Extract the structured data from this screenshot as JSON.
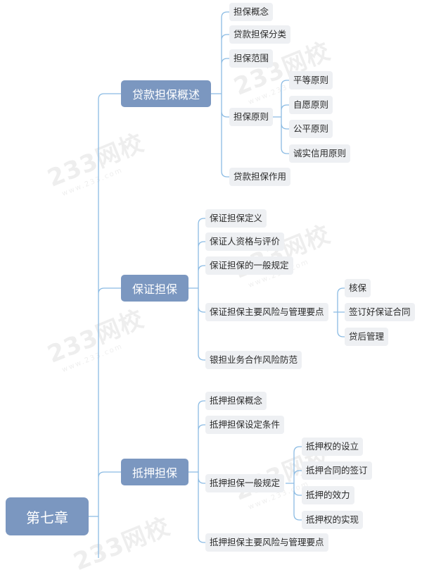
{
  "colors": {
    "main_fill": "#7b97c0",
    "leaf_fill": "#eef0f3",
    "connector": "#8bbbe3"
  },
  "watermark": {
    "text": "233网校",
    "sub": "www.233.com"
  },
  "root": {
    "label": "第七章"
  },
  "sections": {
    "s1": {
      "label": "贷款担保概述",
      "items": {
        "a": "担保概念",
        "b": "贷款担保分类",
        "c": "担保范围",
        "d": "担保原则",
        "e": "贷款担保作用"
      },
      "sub": {
        "d1": "平等原则",
        "d2": "自愿原则",
        "d3": "公平原则",
        "d4": "诚实信用原则"
      }
    },
    "s2": {
      "label": "保证担保",
      "items": {
        "a": "保证担保定义",
        "b": "保证人资格与评价",
        "c": "保证担保的一般规定",
        "d": "保证担保主要风险与管理要点",
        "e": "银担业务合作风险防范"
      },
      "sub": {
        "d1": "核保",
        "d2": "签订好保证合同",
        "d3": "贷后管理"
      }
    },
    "s3": {
      "label": "抵押担保",
      "items": {
        "a": "抵押担保概念",
        "b": "抵押担保设定条件",
        "c": "抵押担保一般规定",
        "d": "抵押担保主要风险与管理要点"
      },
      "sub": {
        "c1": "抵押权的设立",
        "c2": "抵押合同的签订",
        "c3": "抵押的效力",
        "c4": "抵押权的实现"
      }
    }
  }
}
